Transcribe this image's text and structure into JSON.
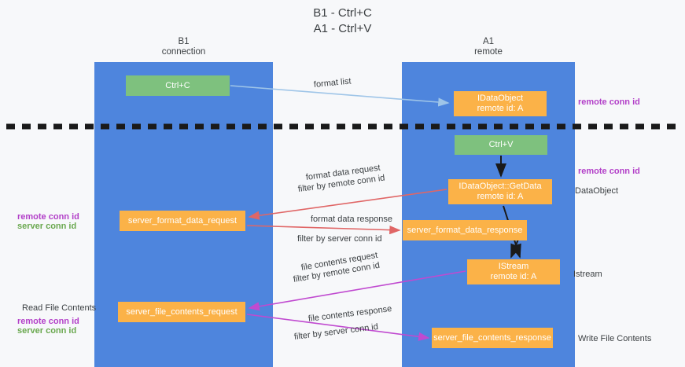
{
  "title": "B1 - Ctrl+C\nA1 - Ctrl+V",
  "columns": [
    {
      "id": "b1",
      "line1": "B1",
      "line2": "connection"
    },
    {
      "id": "a1",
      "line1": "A1",
      "line2": "remote"
    }
  ],
  "boxes": [
    {
      "id": "ctrl-c",
      "line1": "Ctrl+C",
      "line2": "",
      "color": "#7ec17e"
    },
    {
      "id": "idataobject",
      "line1": "IDataObject",
      "line2": "remote id: A",
      "color": "#fbb248"
    },
    {
      "id": "ctrl-v",
      "line1": "Ctrl+V",
      "line2": "",
      "color": "#7ec17e"
    },
    {
      "id": "idataobject-getdata",
      "line1": "IDataObject::GetData",
      "line2": "remote id: A",
      "color": "#fbb248"
    },
    {
      "id": "server-format-data-request",
      "line1": "server_format_data_request",
      "line2": "",
      "color": "#fbb248"
    },
    {
      "id": "server-format-data-response",
      "line1": "server_format_data_response",
      "line2": "",
      "color": "#fbb248"
    },
    {
      "id": "istream",
      "line1": "IStream",
      "line2": "remote id: A",
      "color": "#fbb248"
    },
    {
      "id": "server-file-contents-request",
      "line1": "server_file_contents_request",
      "line2": "",
      "color": "#fbb248"
    },
    {
      "id": "server-file-contents-response",
      "line1": "server_file_contents_response",
      "line2": "",
      "color": "#fbb248"
    }
  ],
  "flow_labels": {
    "format_list": "format list",
    "format_data_request": "format data request",
    "format_data_request_filter_prefix": "filter by ",
    "format_data_request_filter_value": "remote conn id",
    "format_data_response": "format data response",
    "format_data_response_filter_prefix": "filter by ",
    "format_data_response_filter_value": "server conn id",
    "file_contents_request": "file contents request",
    "file_contents_request_filter_prefix": "filter by ",
    "file_contents_request_filter_value": "remote conn id",
    "file_contents_response": "file contents response",
    "file_contents_response_filter_prefix": "filter by ",
    "file_contents_response_filter_value": "server conn id"
  },
  "right_labels": {
    "remote_conn_id_top": "remote conn id",
    "remote_conn_id_mid": "remote conn id",
    "dataobject": "DataObject",
    "istream": "Istream",
    "write_file_contents": "Write File Contents"
  },
  "left_labels": {
    "remote_conn_id_mid": "remote conn id",
    "server_conn_id_mid": "server conn id",
    "read_file_contents": "Read File Contents",
    "remote_conn_id_bottom": "remote conn id",
    "server_conn_id_bottom": "server conn id"
  },
  "colors": {
    "lane": "#4e85dd",
    "green_box": "#7ec17e",
    "orange_box": "#fbb248",
    "purple_text": "#b23fc8",
    "green_text": "#6aa84f",
    "arrow_blue": "#9fc5e8",
    "arrow_red": "#e06666",
    "arrow_magenta": "#c04ad0",
    "arrow_black": "#1a1a1a",
    "divider": "#1a1a1a",
    "background": "#f7f8fa"
  }
}
